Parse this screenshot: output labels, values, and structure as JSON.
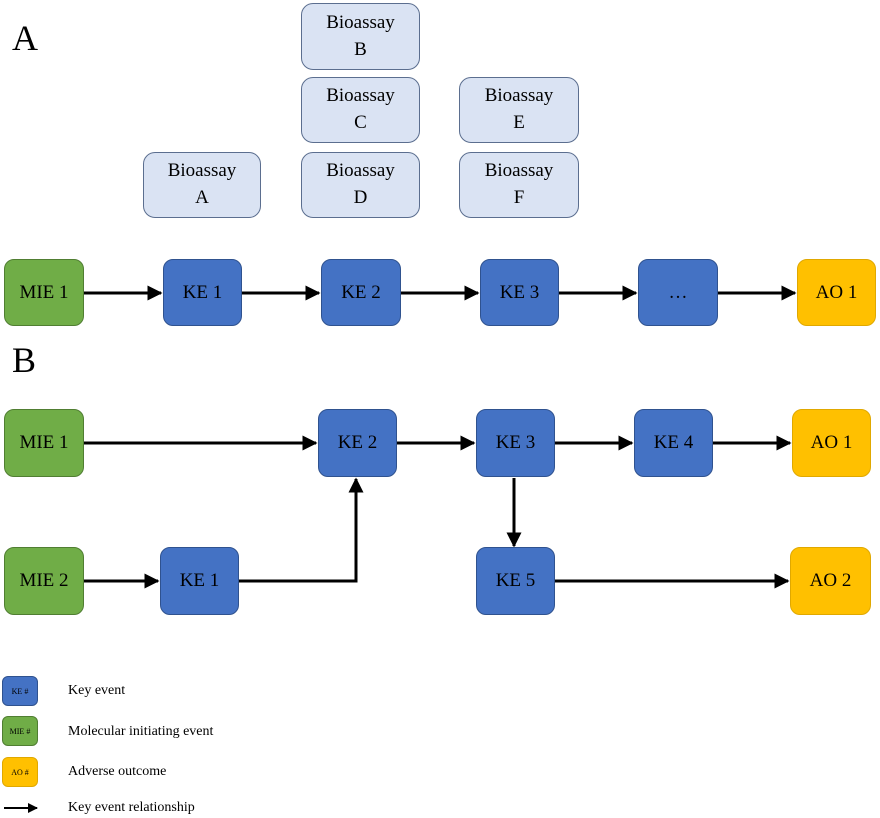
{
  "panel_a": {
    "label": "A",
    "bioassays": [
      {
        "line1": "Bioassay",
        "line2": "A"
      },
      {
        "line1": "Bioassay",
        "line2": "B"
      },
      {
        "line1": "Bioassay",
        "line2": "C"
      },
      {
        "line1": "Bioassay",
        "line2": "D"
      },
      {
        "line1": "Bioassay",
        "line2": "E"
      },
      {
        "line1": "Bioassay",
        "line2": "F"
      }
    ],
    "chain": [
      "MIE 1",
      "KE 1",
      "KE 2",
      "KE 3",
      "…",
      "AO 1"
    ]
  },
  "panel_b": {
    "label": "B",
    "mie1": "MIE 1",
    "mie2": "MIE 2",
    "ke1": "KE 1",
    "ke2": "KE 2",
    "ke3": "KE 3",
    "ke4": "KE 4",
    "ke5": "KE 5",
    "ao1": "AO 1",
    "ao2": "AO 2"
  },
  "legend": {
    "key_event": {
      "swatch": "KE #",
      "label": "Key event"
    },
    "mie": {
      "swatch": "MIE #",
      "label": "Molecular initiating event"
    },
    "ao": {
      "swatch": "AO #",
      "label": "Adverse outcome"
    },
    "ker": {
      "label": "Key event relationship"
    }
  },
  "colors": {
    "key_event": "#4472C4",
    "mie": "#70AD47",
    "ao": "#FFC000",
    "bioassay": "#DAE3F3"
  }
}
